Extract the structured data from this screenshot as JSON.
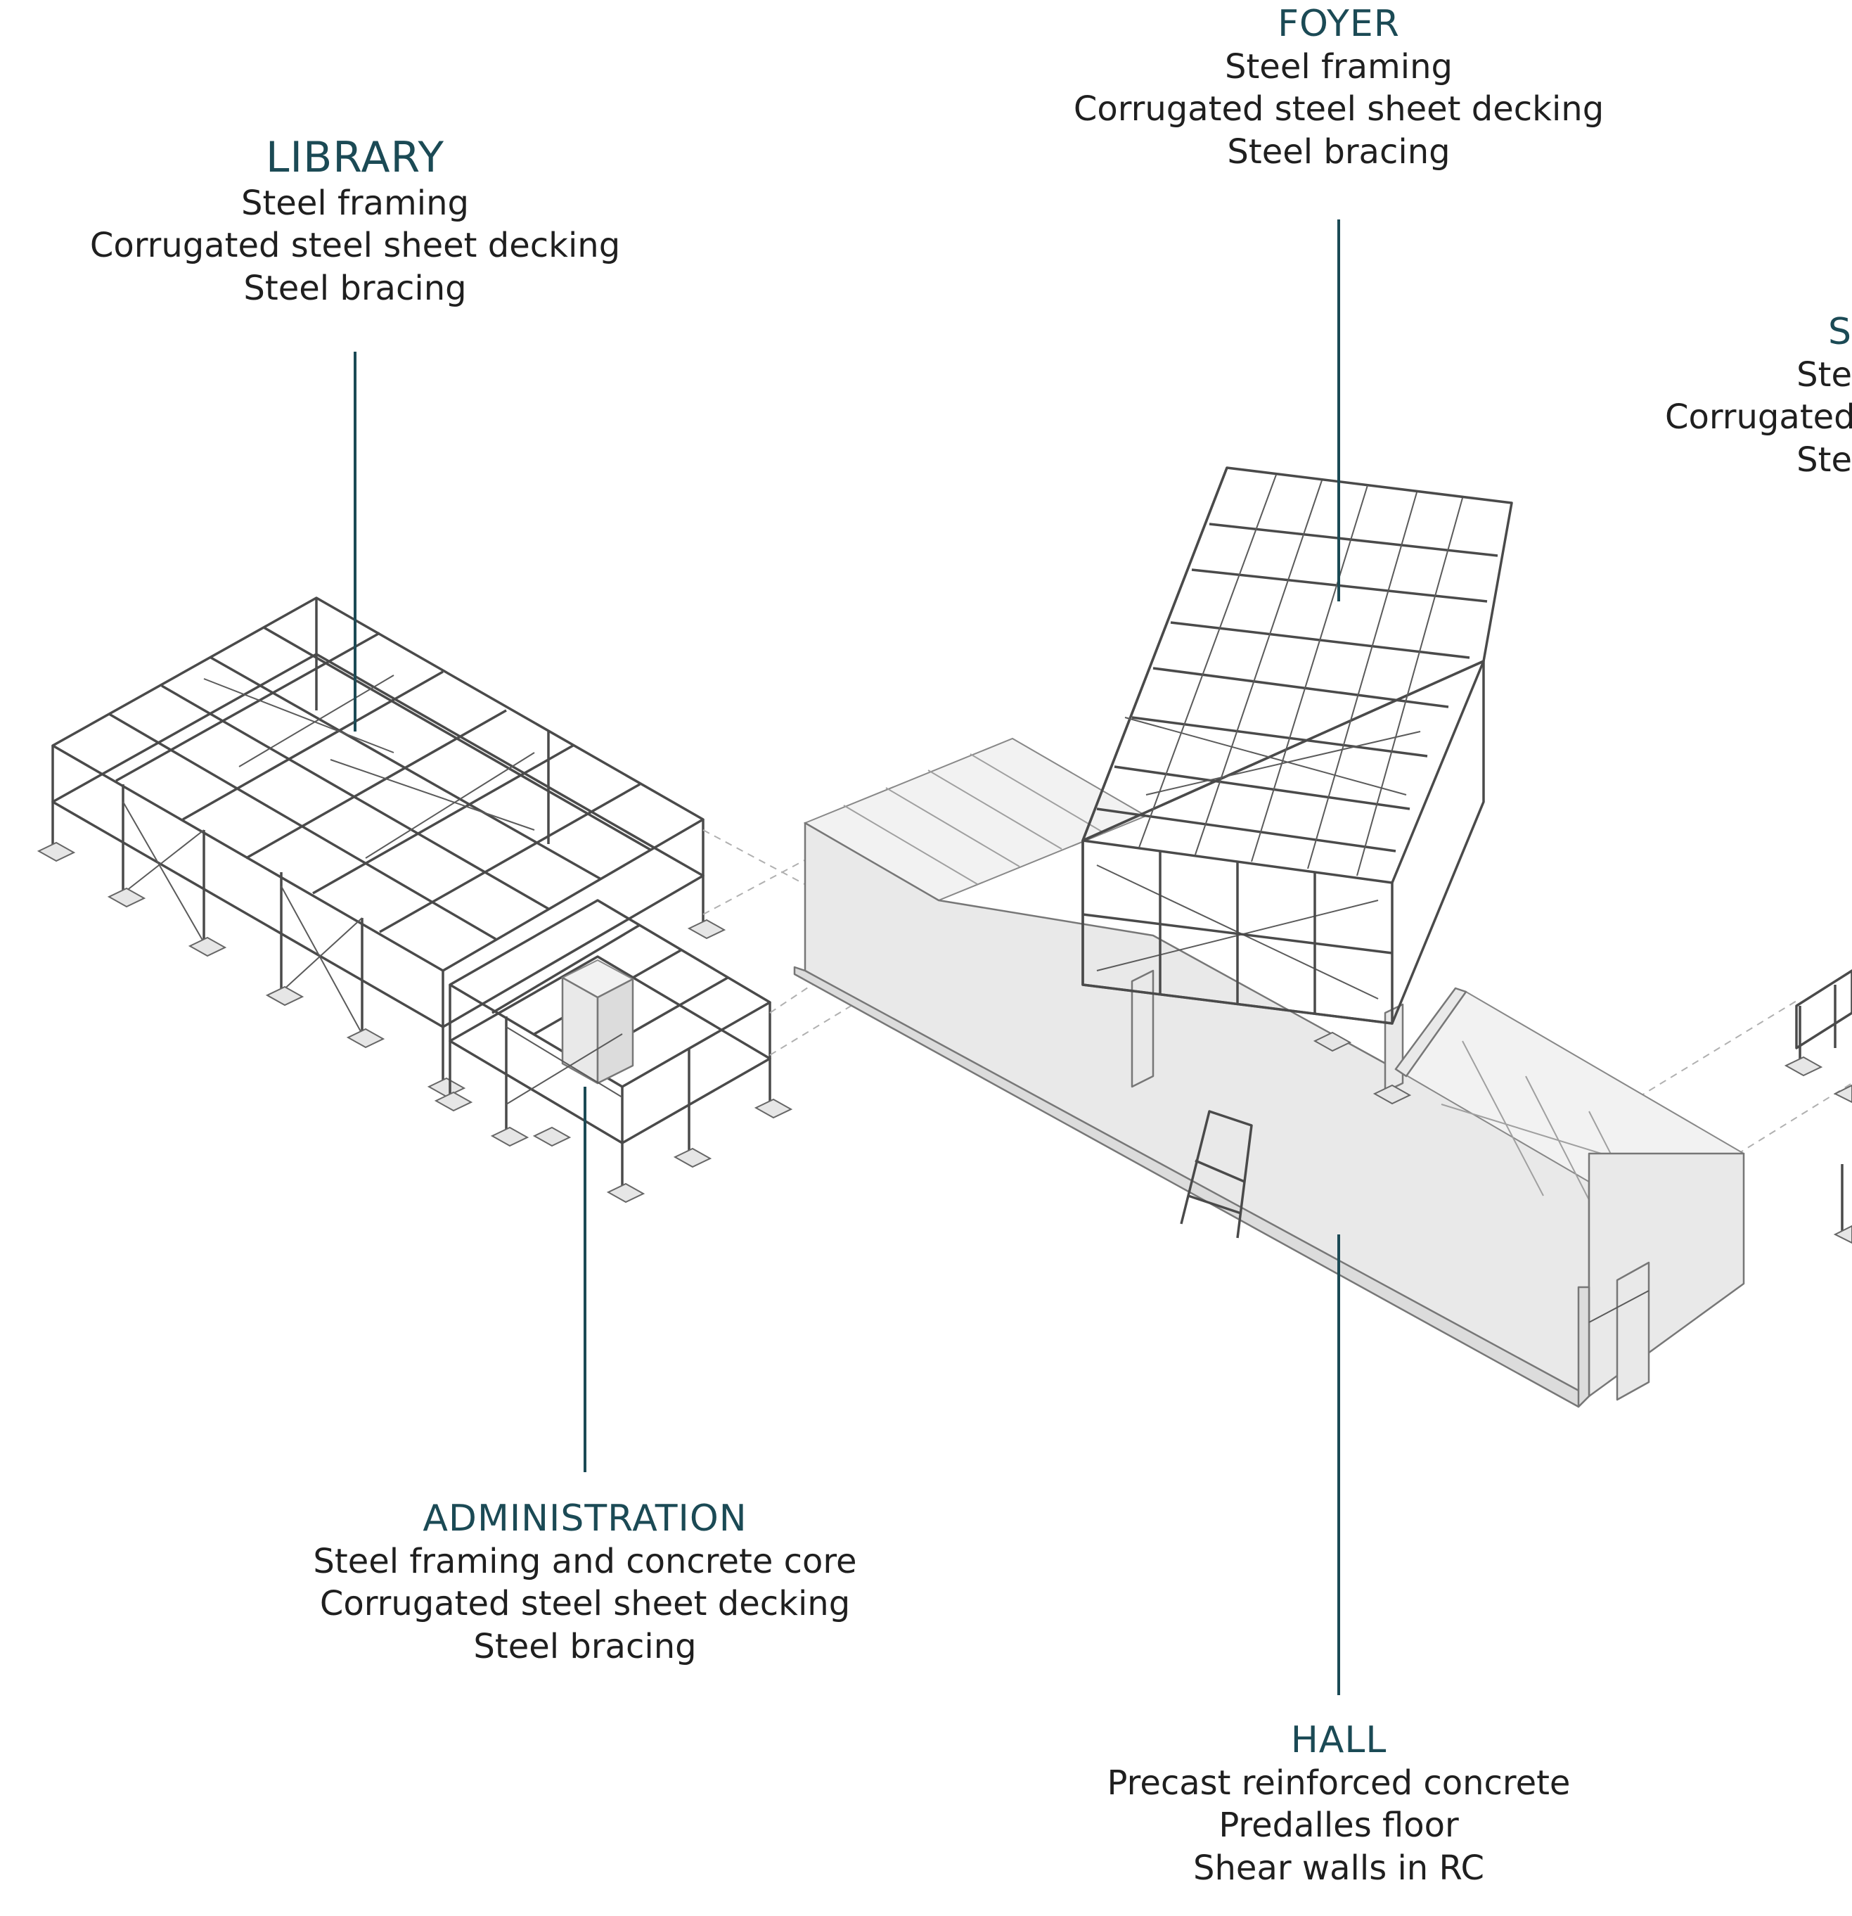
{
  "labels": {
    "library": {
      "title": "LIBRARY",
      "lines": [
        "Steel framing",
        "Corrugated steel sheet decking",
        "Steel bracing"
      ]
    },
    "foyer": {
      "title": "FOYER",
      "lines": [
        "Steel framing",
        "Corrugated steel sheet decking",
        "Steel bracing"
      ]
    },
    "partial_right": {
      "title": "S",
      "lines": [
        "Ste",
        "Corrugated",
        "Ste"
      ]
    },
    "administration": {
      "title": "ADMINISTRATION",
      "lines": [
        "Steel framing and concrete core",
        "Corrugated steel sheet decking",
        "Steel bracing"
      ]
    },
    "hall": {
      "title": "HALL",
      "lines": [
        "Precast reinforced concrete",
        "Predalles floor",
        "Shear walls in RC"
      ]
    }
  },
  "colors": {
    "title": "#1b4a55",
    "body_text": "#1f1f1f",
    "leader": "#1b4a55"
  }
}
